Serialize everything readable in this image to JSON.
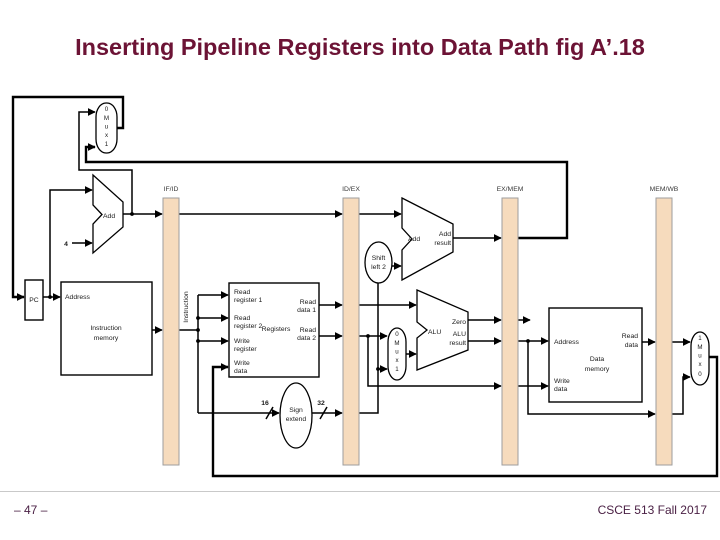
{
  "title": "Inserting Pipeline Registers into Data Path fig A’.18",
  "footer": {
    "page_number": "– 47 –",
    "course": "CSCE 513 Fall 2017"
  },
  "colors": {
    "title_text": "#6C1335",
    "footer_text": "#4B2145",
    "pipeline_register_fill": "#F6DBBD",
    "pipeline_register_border": "#9E9E9E",
    "wire": "#000000",
    "background": "#ffffff"
  },
  "diagram": {
    "pipeline_registers": [
      "IF/ID",
      "ID/EX",
      "EX/MEM",
      "MEM/WB"
    ],
    "mux_top": [
      "0",
      "M",
      "u",
      "x",
      "1"
    ],
    "mux_alu": [
      "0",
      "M",
      "u",
      "x",
      "1"
    ],
    "mux_wb": [
      "1",
      "M",
      "u",
      "x",
      "0"
    ],
    "pc": "PC",
    "four": "4",
    "add1": "Add",
    "add2": {
      "label": "Add",
      "res1": "Add",
      "res2": "result"
    },
    "alu": {
      "label": "ALU",
      "zero": "Zero",
      "res1": "ALU",
      "res2": "result"
    },
    "imem": {
      "address": "Address",
      "l1": "Instruction",
      "l2": "memory"
    },
    "instruction_bus": "Instruction",
    "regs": {
      "rr1a": "Read",
      "rr1b": "register 1",
      "rr2a": "Read",
      "rr2b": "register 2",
      "wra": "Write",
      "wrb": "register",
      "wda": "Write",
      "wdb": "data",
      "name": "Registers",
      "rd1a": "Read",
      "rd1b": "data 1",
      "rd2a": "Read",
      "rd2b": "data 2"
    },
    "sign": {
      "l1": "Sign",
      "l2": "extend",
      "in_width": "16",
      "out_width": "32"
    },
    "shift": {
      "l1": "Shift",
      "l2": "left 2"
    },
    "dmem": {
      "address": "Address",
      "l1": "Data",
      "l2": "memory",
      "wd1": "Write",
      "wd2": "data",
      "rd1": "Read",
      "rd2": "data"
    }
  }
}
